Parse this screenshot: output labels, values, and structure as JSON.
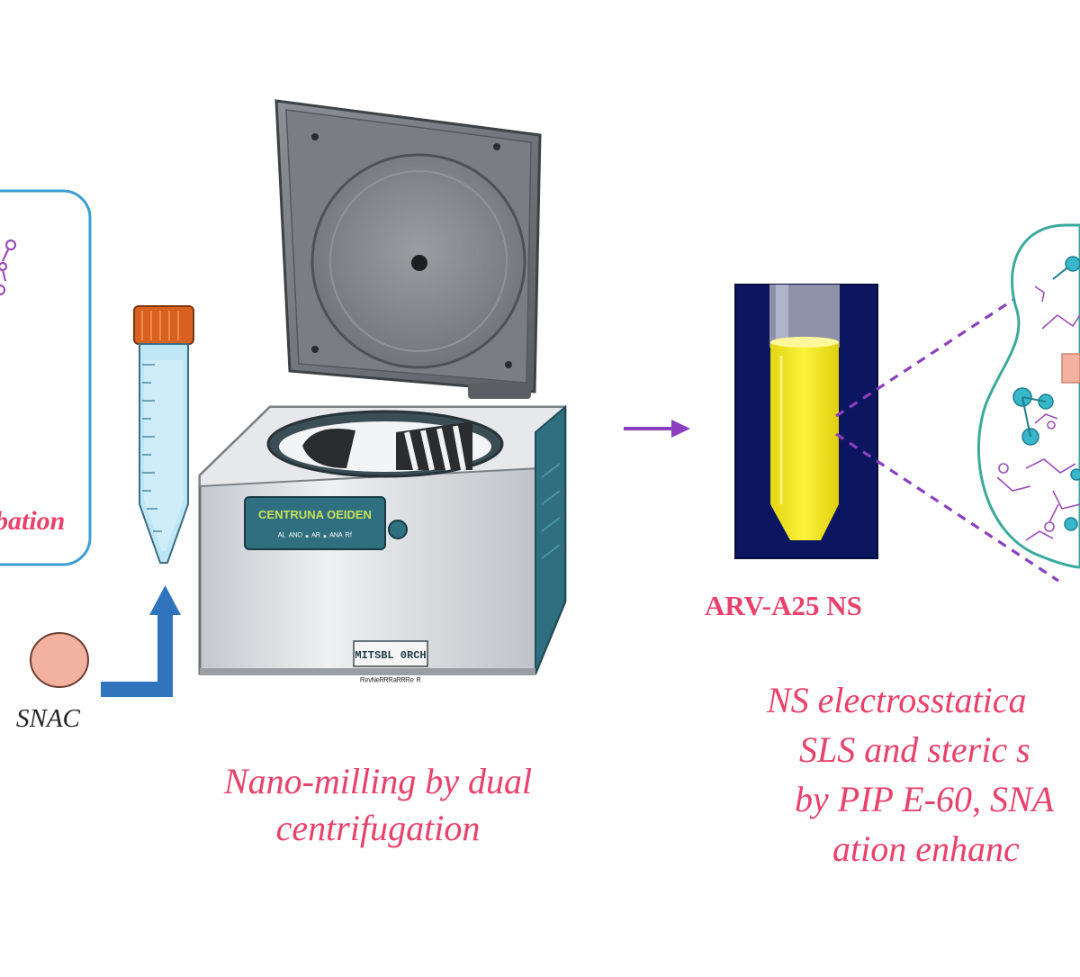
{
  "labels": {
    "box_text": "bation",
    "snac": "SNAC",
    "centrifuge_display_line1": "CENTRUNA OEIDEN",
    "centrifuge_display_line2": "ᴬᴸ ᴬᴺᴼ ▪ ᴬᴿ ▪ ᴬᴺᴬ ᴿᶠ",
    "centrifuge_badge": "MITSBL 0RCH",
    "centrifuge_brand": "ᴿᵉᵛᴺᵉᴿᴿᴿᵃᴿᴿᴿᵉ ᴿ",
    "arv_ns": "ARV-A25 NS",
    "nano_milling_line1": "Nano-milling by dual",
    "nano_milling_line2": "centrifugation",
    "ns_line1": "NS electrosstatica",
    "ns_line2": "SLS and steric s",
    "ns_line3": "by PIP E-60, SNA",
    "ns_line4": "ation enhanc"
  },
  "colors": {
    "pink_text": "#e8416b",
    "box_border": "#3a9fd0",
    "arrow_blue": "#2f74bd",
    "arrow_purple": "#8b3fbf",
    "tube_cap": "#d9611f",
    "tube_body": "#bfe6f5",
    "snac_circle": "#f3b29f",
    "vial_background": "#0b1560",
    "suspension_yellow": "#f8ea1b",
    "centrifuge_body": "#d7dade",
    "panel_teal": "#2f6f80",
    "particle_outline": "#3aaa9c",
    "molecule_purple": "#9a4fb5",
    "molecule_cyan": "#37b7c9"
  },
  "icons": {
    "tube": "conical-tube-icon",
    "centrifuge": "centrifuge-icon",
    "vial": "nanosuspension-vial-icon",
    "particle": "nanoparticle-icon"
  }
}
